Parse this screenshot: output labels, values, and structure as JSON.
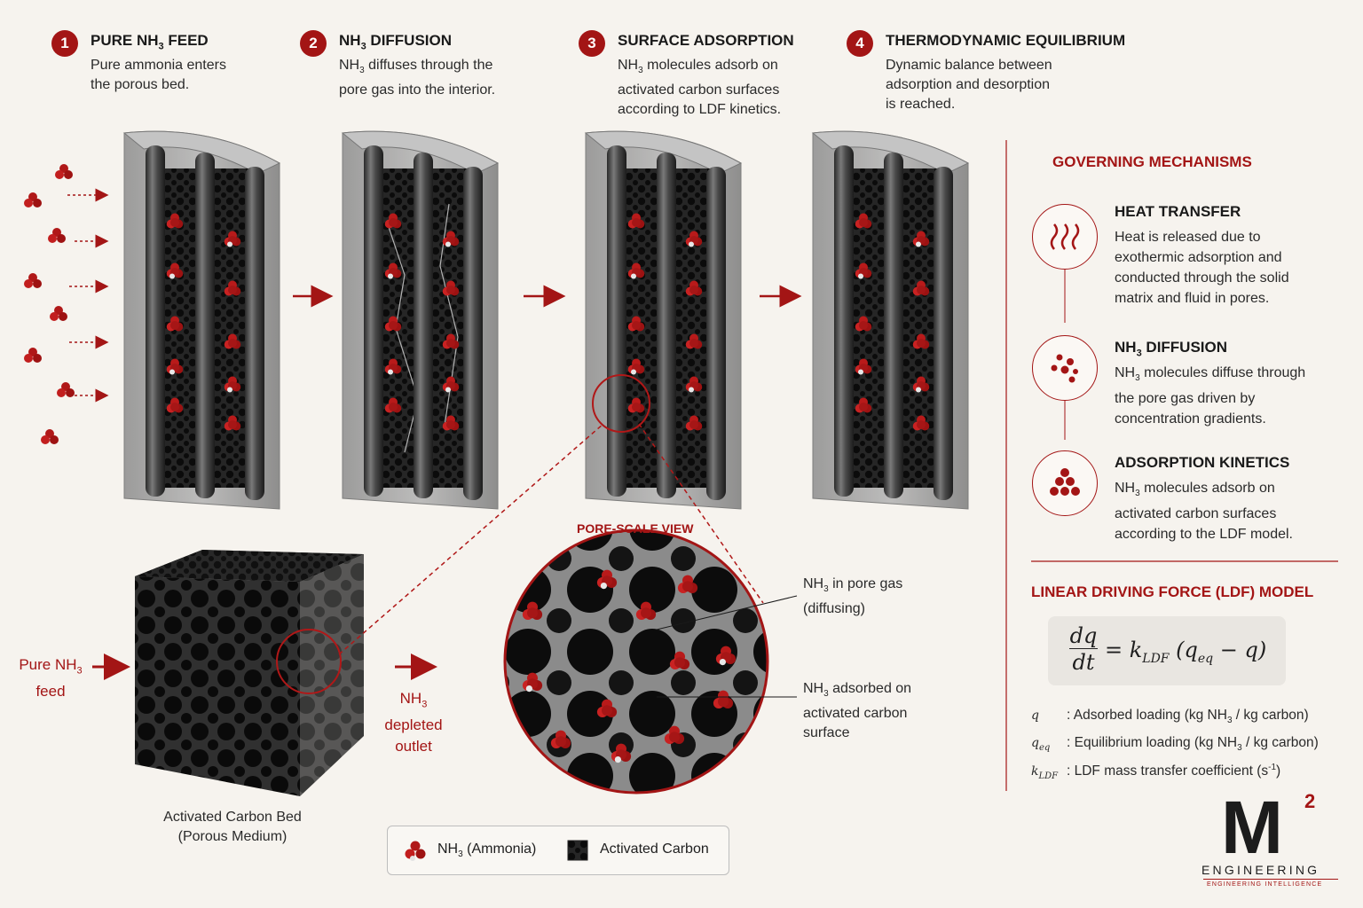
{
  "steps": [
    {
      "num": "1",
      "title_a": "PURE NH",
      "title_sub": "3",
      "title_b": " FEED",
      "d1": "Pure ammonia enters",
      "d2": "the porous bed.",
      "d3": ""
    },
    {
      "num": "2",
      "title_a": "NH",
      "title_sub": "3",
      "title_b": " DIFFUSION",
      "d1a": "NH",
      "d1sub": "3",
      "d1b": " diffuses through the",
      "d2": "pore gas into the interior.",
      "d3": ""
    },
    {
      "num": "3",
      "title_a": "SURFACE ADSORPTION",
      "title_sub": "",
      "title_b": "",
      "d1a": "NH",
      "d1sub": "3",
      "d1b": " molecules adsorb on",
      "d2": "activated carbon surfaces",
      "d3": "according to LDF kinetics."
    },
    {
      "num": "4",
      "title_a": "THERMODYNAMIC EQUILIBRIUM",
      "title_sub": "",
      "title_b": "",
      "d1": "Dynamic balance between",
      "d2": "adsorption and desorption",
      "d3": "is reached."
    }
  ],
  "mechanisms": {
    "heading": "GOVERNING MECHANISMS",
    "heat": {
      "title": "HEAT TRANSFER",
      "d1": "Heat is released due to",
      "d2": "exothermic adsorption and",
      "d3": "conducted through the solid",
      "d4": "matrix and fluid in pores.",
      "icon": "heat-waves-icon"
    },
    "diff": {
      "title_a": "NH",
      "title_sub": "3",
      "title_b": " DIFFUSION",
      "d1a": "NH",
      "d1sub": "3",
      "d1b": " molecules diffuse through",
      "d2": "the pore gas driven by",
      "d3": "concentration gradients.",
      "icon": "dots-icon"
    },
    "ads": {
      "title": "ADSORPTION KINETICS",
      "d1a": "NH",
      "d1sub": "3",
      "d1b": " molecules adsorb on",
      "d2": "activated carbon surfaces",
      "d3": "according to the LDF model.",
      "icon": "pyramid-dots-icon"
    }
  },
  "ldf": {
    "heading": "LINEAR DRIVING FORCE (LDF) MODEL",
    "eq_num": "dq",
    "eq_den": "dt",
    "eq_rhs_a": "= k",
    "eq_rhs_sub": "LDF",
    "eq_rhs_b": " (q",
    "eq_rhs_sub2": "eq",
    "eq_rhs_c": " − q)",
    "defs": [
      {
        "sym": "q",
        "sym_sub": "",
        "text_a": ":  Adsorbed loading (kg NH",
        "text_sub": "3",
        "text_b": " / kg carbon)"
      },
      {
        "sym": "q",
        "sym_sub": "eq",
        "text_a": ":  Equilibrium loading (kg NH",
        "text_sub": "3",
        "text_b": " / kg carbon)"
      },
      {
        "sym": "k",
        "sym_sub": "LDF",
        "text_a": ":  LDF mass transfer coefficient (s",
        "text_sup": "-1",
        "text_b": ")"
      }
    ]
  },
  "bottom": {
    "feed_a": "Pure NH",
    "feed_sub": "3",
    "feed_b": "feed",
    "out_a": "NH",
    "out_sub": "3",
    "out_b": "depleted",
    "out_c": "outlet",
    "bed_1": "Activated Carbon Bed",
    "bed_2": "(Porous Medium)",
    "pore_title": "PORE-SCALE VIEW",
    "pore_gas_a": "NH",
    "pore_gas_sub": "3",
    "pore_gas_b": " in pore gas",
    "pore_gas_c": "(diffusing)",
    "adsorbed_a": "NH",
    "adsorbed_sub": "3",
    "adsorbed_b": " adsorbed on",
    "adsorbed_c": "activated carbon",
    "adsorbed_d": "surface"
  },
  "legend": {
    "ammonia_a": "NH",
    "ammonia_sub": "3",
    "ammonia_b": " (Ammonia)",
    "carbon": "Activated Carbon"
  },
  "logo": {
    "letters": "M",
    "sup": "2",
    "word": "ENGINEERING",
    "tag": "ENGINEERING INTELLIGENCE"
  },
  "colors": {
    "accent": "#a31515",
    "background": "#f6f3ee",
    "carbon": "#2b2b2b"
  }
}
